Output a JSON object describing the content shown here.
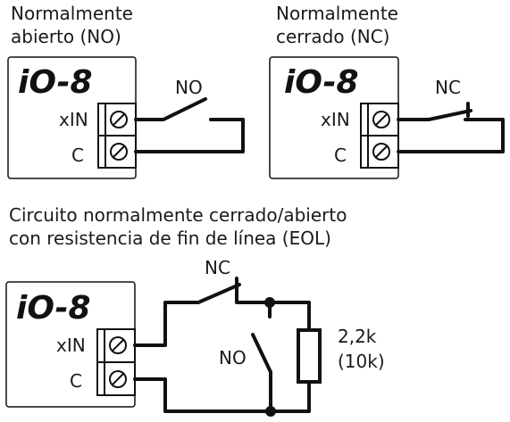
{
  "colors": {
    "ink": "#111111",
    "background": "#ffffff"
  },
  "diagram_no": {
    "caption_line1": "Normalmente",
    "caption_line2": "abierto  (NO)",
    "device": "iO-8",
    "terminal_xin": "xIN",
    "terminal_c": "C",
    "contact_label": "NO"
  },
  "diagram_nc": {
    "caption_line1": "Normalmente",
    "caption_line2": "cerrado (NC)",
    "device": "iO-8",
    "terminal_xin": "xIN",
    "terminal_c": "C",
    "contact_label": "NC"
  },
  "diagram_eol": {
    "caption_line1": "Circuito normalmente cerrado/abierto",
    "caption_line2": "con resistencia de fin de línea  (EOL)",
    "device": "iO-8",
    "terminal_xin": "xIN",
    "terminal_c": "C",
    "nc_label": "NC",
    "no_label": "NO",
    "resistor_value": "2,2k",
    "resistor_alt": "(10k)"
  }
}
